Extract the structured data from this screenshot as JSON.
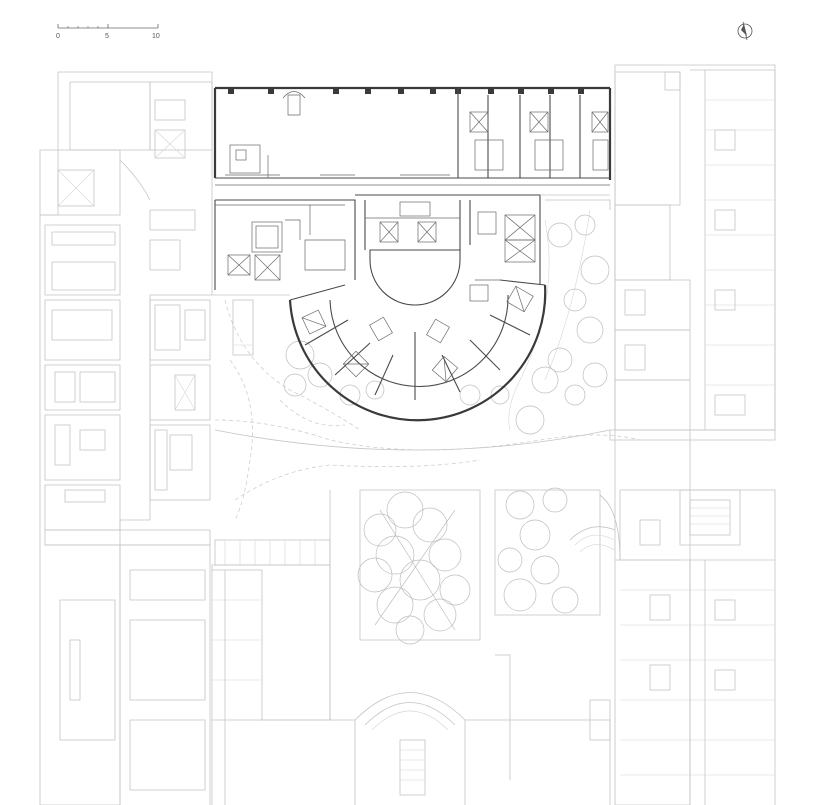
{
  "scale_bar": {
    "labels": [
      "0",
      "5",
      "10"
    ]
  },
  "north_arrow": {
    "icon": "north-arrow-icon"
  },
  "colors": {
    "existing_building": "#c4c4c4",
    "new_building": "#3a3a3a",
    "background": "#ffffff"
  }
}
